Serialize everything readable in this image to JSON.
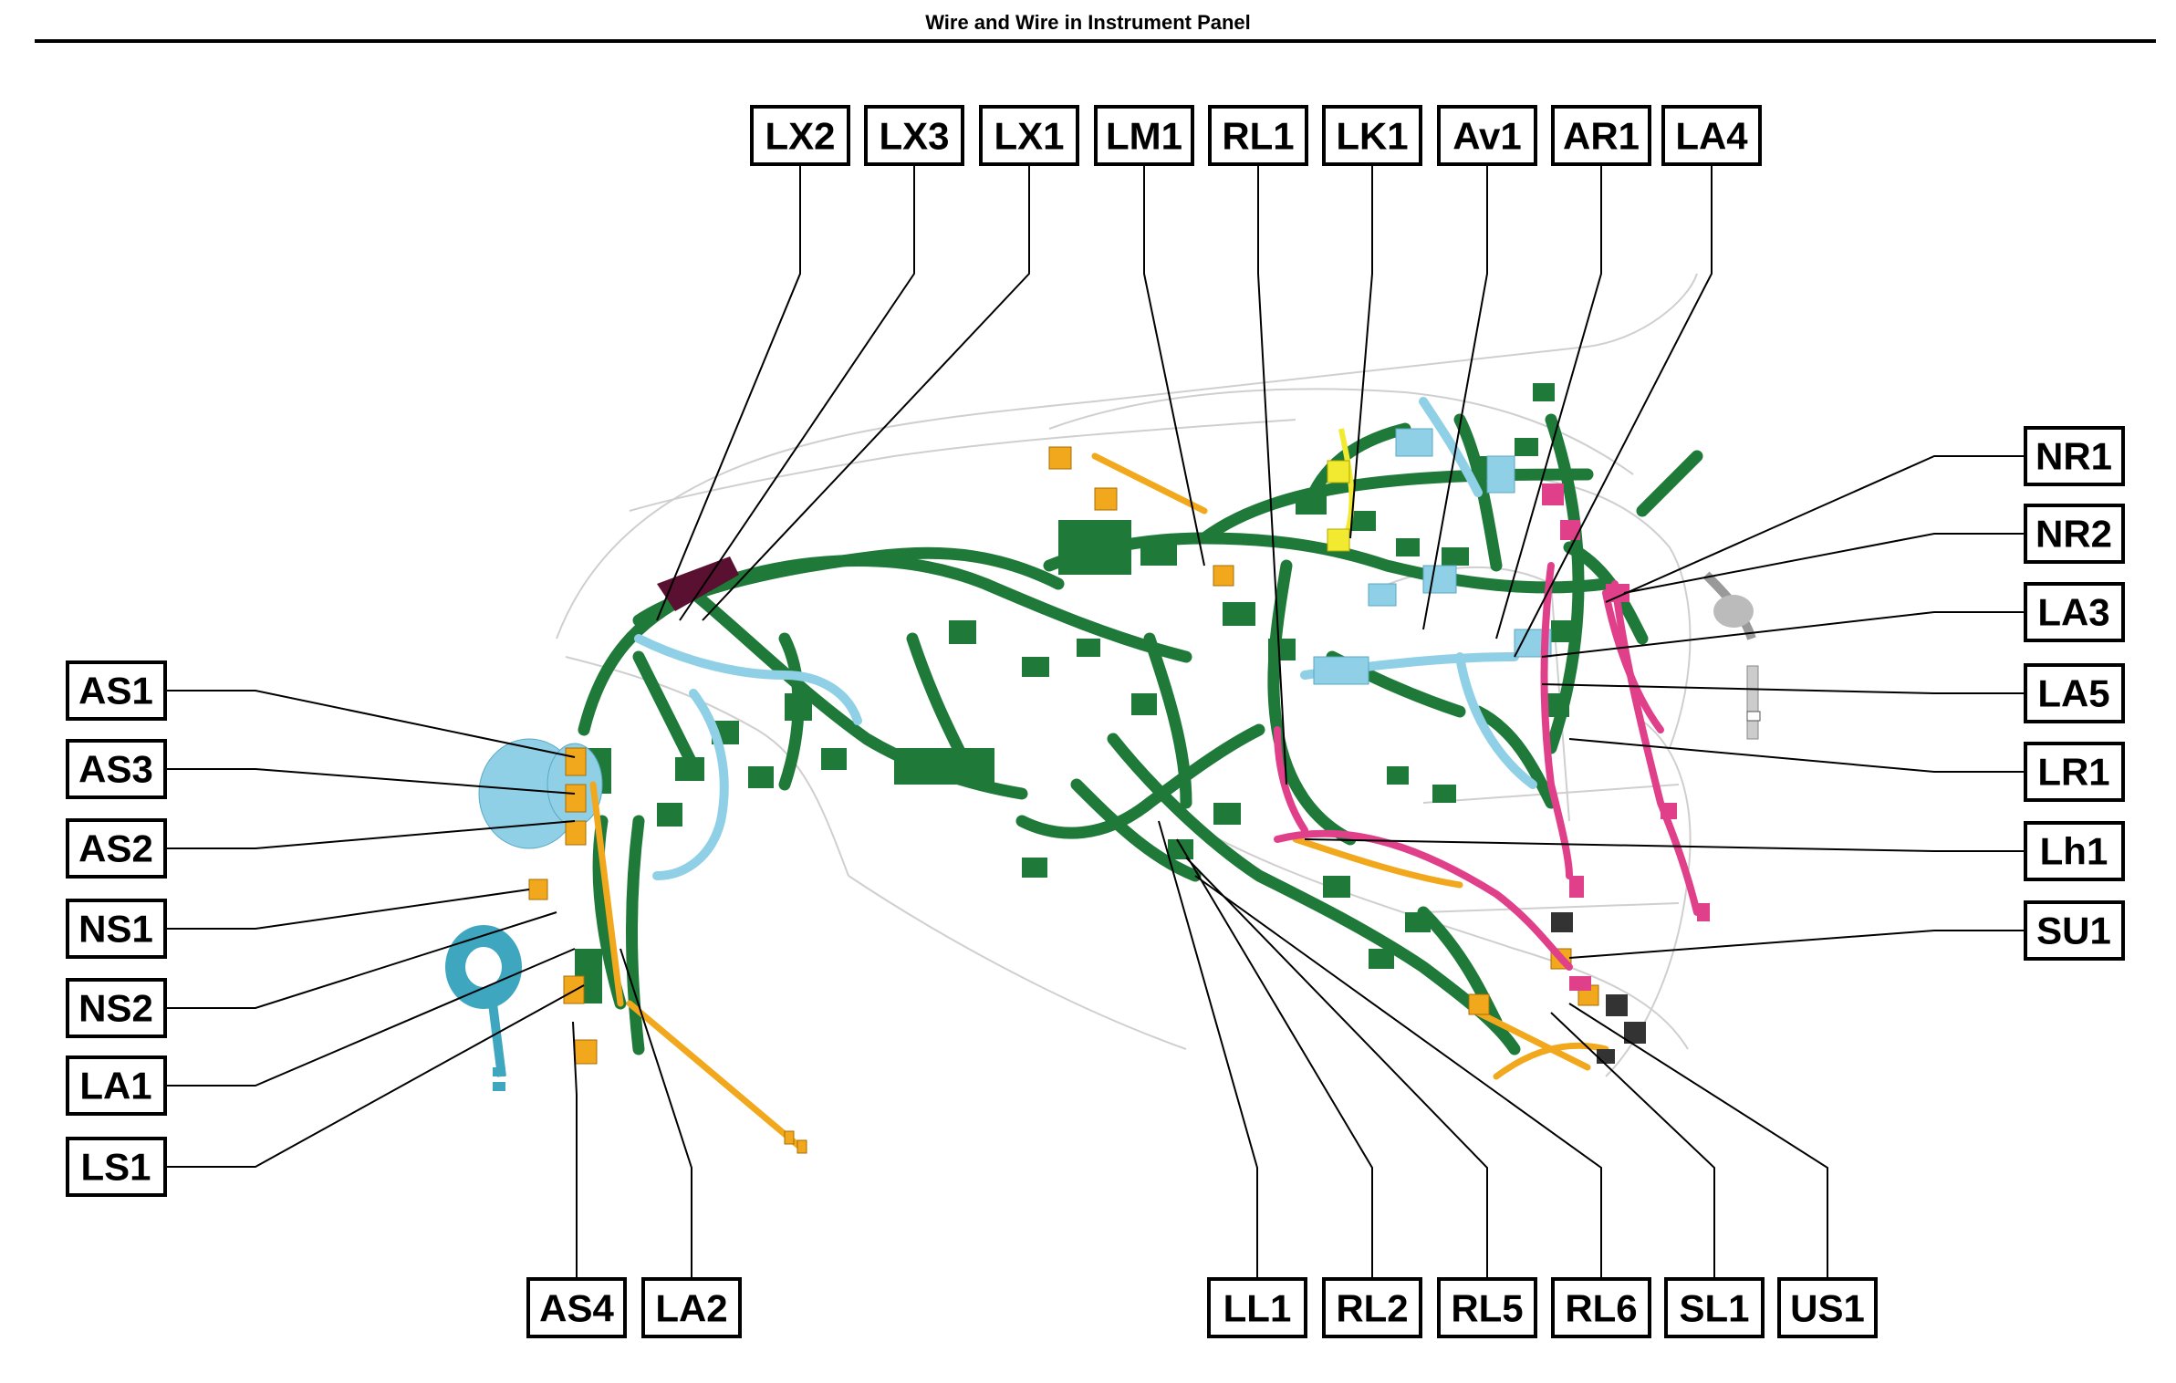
{
  "title": "Wire and Wire in Instrument Panel",
  "colors": {
    "harness_main": "#1f7a3a",
    "harness_light_blue": "#8fd0e6",
    "harness_teal": "#3ea6bf",
    "harness_orange": "#f2a81d",
    "harness_pink": "#e0408a",
    "harness_yellow": "#f2ea30",
    "harness_dark_red": "#5a1030",
    "connector_dark": "#333333",
    "outline": "#cfcfcf"
  },
  "labels": {
    "top": [
      "LX2",
      "LX3",
      "LX1",
      "LM1",
      "RL1",
      "LK1",
      "Av1",
      "AR1",
      "LA4"
    ],
    "left": [
      "AS1",
      "AS3",
      "AS2",
      "NS1",
      "NS2",
      "LA1",
      "LS1"
    ],
    "right": [
      "NR1",
      "NR2",
      "LA3",
      "LA5",
      "LR1",
      "Lh1",
      "SU1"
    ],
    "bottom_left": [
      "AS4",
      "LA2"
    ],
    "bottom_right": [
      "LL1",
      "RL2",
      "RL5",
      "RL6",
      "SL1",
      "US1"
    ]
  }
}
